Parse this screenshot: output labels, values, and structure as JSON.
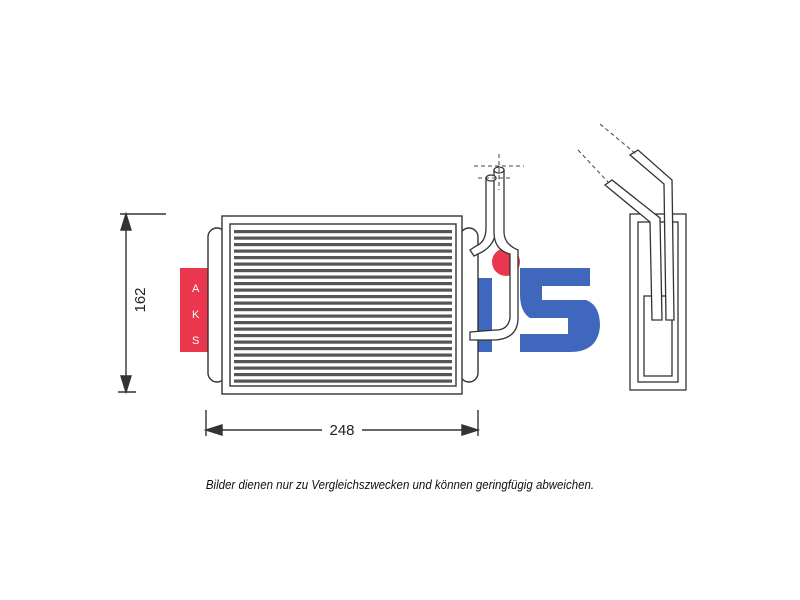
{
  "dimensions": {
    "height_label": "162",
    "width_label": "248"
  },
  "watermark": {
    "text": "AKS DASIS",
    "left_small_lines": [
      "A",
      "K",
      "S"
    ]
  },
  "caption": "Bilder dienen nur zu Vergleichszwecken und können geringfügig abweichen.",
  "colors": {
    "watermark_red": "#e8223a",
    "watermark_blue": "#2b57b8",
    "line": "#333333"
  }
}
